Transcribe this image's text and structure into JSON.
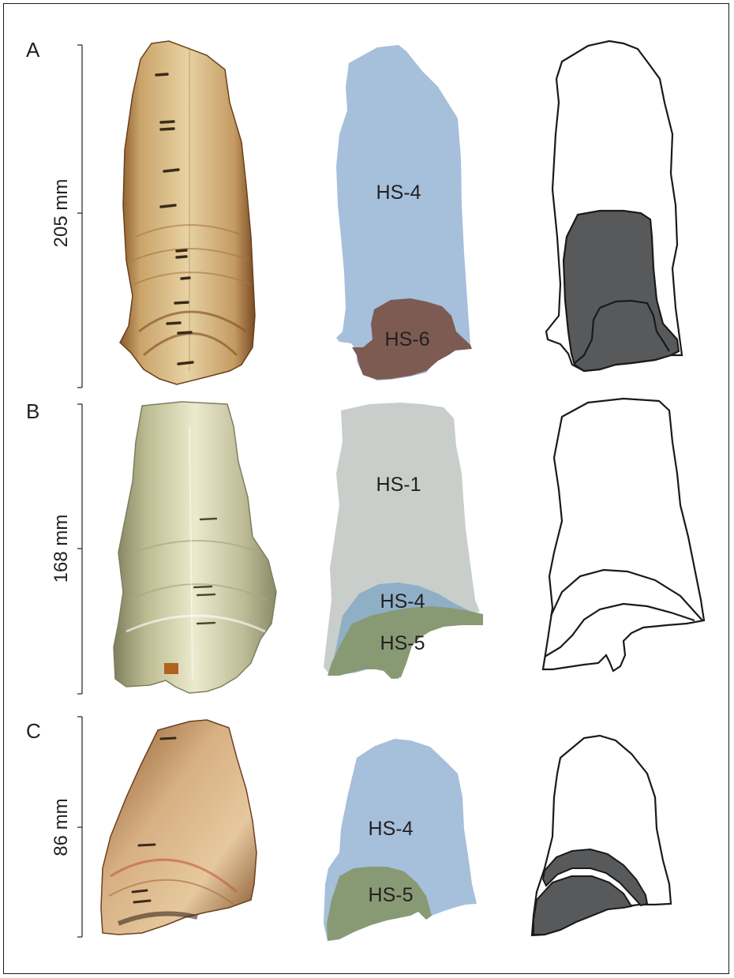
{
  "panels": [
    {
      "letter": "A",
      "scale": "205 mm",
      "units": [
        "HS-4",
        "HS-6"
      ],
      "colors": {
        "HS-4": "#a6bfdb",
        "HS-6": "#7d5b52",
        "sample": "#c7a56f"
      }
    },
    {
      "letter": "B",
      "scale": "168 mm",
      "units": [
        "HS-1",
        "HS-4",
        "HS-5"
      ],
      "colors": {
        "HS-1": "#c9ceca",
        "HS-4": "#8fafc7",
        "HS-5": "#889a74",
        "sample": "#c9c9a2"
      }
    },
    {
      "letter": "C",
      "scale": "86 mm",
      "units": [
        "HS-4",
        "HS-5"
      ],
      "colors": {
        "HS-4": "#a6bfdb",
        "HS-5": "#889a74",
        "sample": "#c39a6e"
      }
    }
  ],
  "outline_fill": "#58595b"
}
